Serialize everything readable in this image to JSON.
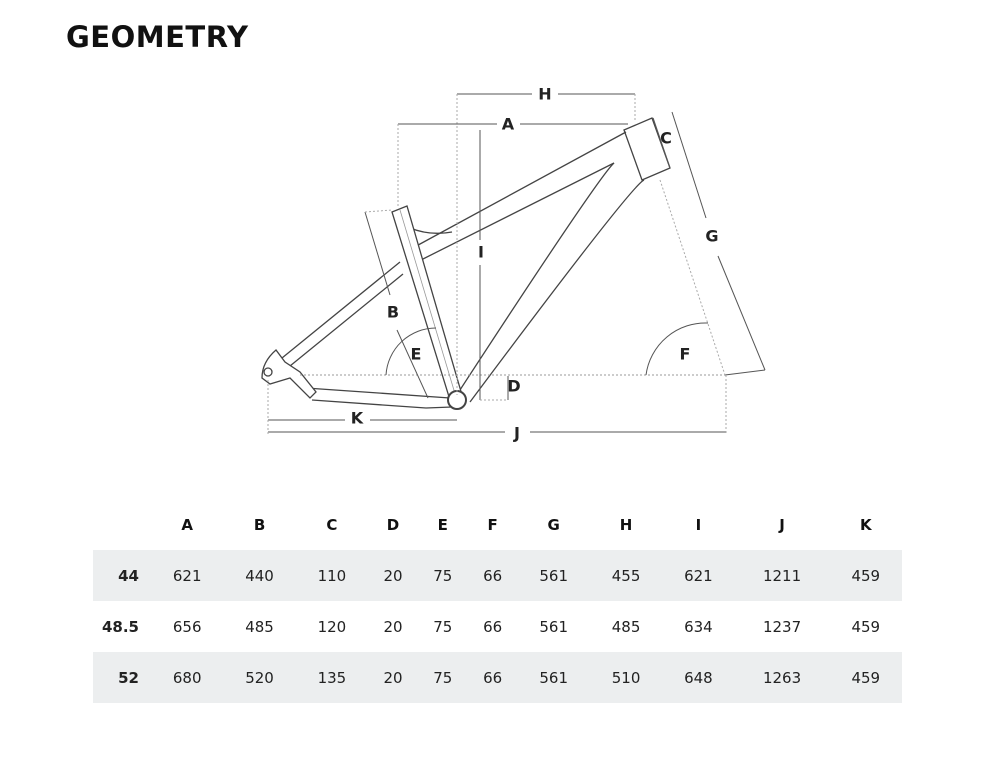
{
  "title": "GEOMETRY",
  "diagram_labels": {
    "A": "A",
    "B": "B",
    "C": "C",
    "D": "D",
    "E": "E",
    "F": "F",
    "G": "G",
    "H": "H",
    "I": "I",
    "J": "J",
    "K": "K"
  },
  "table": {
    "headers": [
      "A",
      "B",
      "C",
      "D",
      "E",
      "F",
      "G",
      "H",
      "I",
      "J",
      "K"
    ],
    "rows": [
      {
        "size": "44",
        "values": [
          "621",
          "440",
          "110",
          "20",
          "75",
          "66",
          "561",
          "455",
          "621",
          "1211",
          "459"
        ]
      },
      {
        "size": "48.5",
        "values": [
          "656",
          "485",
          "120",
          "20",
          "75",
          "66",
          "561",
          "485",
          "634",
          "1237",
          "459"
        ]
      },
      {
        "size": "52",
        "values": [
          "680",
          "520",
          "135",
          "20",
          "75",
          "66",
          "561",
          "510",
          "648",
          "1263",
          "459"
        ]
      }
    ]
  }
}
